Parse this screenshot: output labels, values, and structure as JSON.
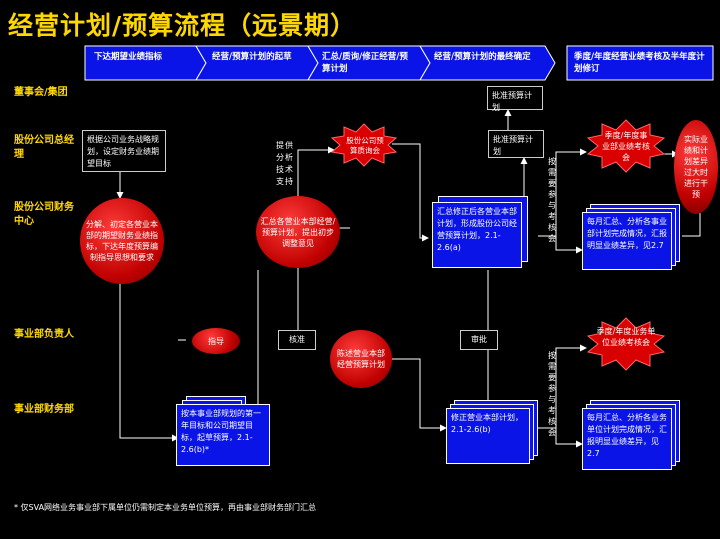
{
  "title": "经营计划/预算流程（远景期）",
  "phases": [
    "下达期望业绩指标",
    "经营/预算计划的起草",
    "汇总/质询/修正经营/预算计划",
    "经营/预算计划的最终确定",
    "季度/年度经营业绩考核及半年度计划修订"
  ],
  "rows": [
    "董事会/集团",
    "股份公司总经理",
    "股份公司财务中心",
    "事业部负责人",
    "事业部财务部"
  ],
  "boxes": {
    "approve_plan": "批准预算计划",
    "approve_budget": "批准预算计划",
    "set_targets": "根据公司业务战略规划，设定财务业绩期望目标",
    "summarize_revise": "汇总修正后各营业本部计划，形成股份公司经营预算计划，2.1-2.6(a)",
    "monthly_center": "每月汇总、分析各事业部计划完成情况，汇报明显业绩差异，见2.7",
    "draft_plan": "按本事业部规划的第一年目标和公司期望目标，起草预算，2.1-2.6(b)*",
    "revise_plan": "修正营业本部计划，2.1-2.6(b)",
    "monthly_unit": "每月汇总、分析各业务单位计划完成情况，汇报明显业绩差异，见2.7"
  },
  "ellipses": {
    "decompose": "分解、初定各营业本部的期望财务业绩指标，下达年度预算编制指导思想和要求",
    "summarize": "汇总各营业本部经营/预算计划，提出初步调整意见",
    "present": "陈述营业本部经营预算计划",
    "guide": "指导",
    "exceed": "实际业绩和计划差异过大时进行干预"
  },
  "stars": {
    "review": "股份公司预算质询会",
    "assess_company": "季度/年度事业部业绩考核会",
    "assess_unit": "季度/年度业务单位业绩考核会"
  },
  "small_labels": {
    "support": "提供分析技术支持",
    "check": "核准",
    "audit": "审批",
    "join1": "按需要参与考核会",
    "join2": "按需要参与考核会"
  },
  "footnote": "* 仅SVA网络业务事业部下属单位仍需制定本业务单位预算，再由事业部财务部门汇总"
}
